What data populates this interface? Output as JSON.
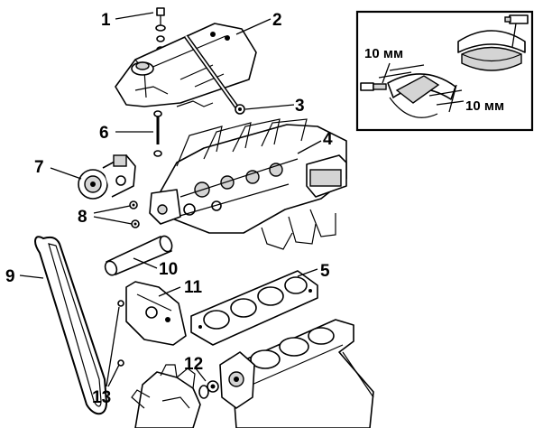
{
  "callouts": [
    {
      "id": "1",
      "text": "1"
    },
    {
      "id": "2",
      "text": "2"
    },
    {
      "id": "3",
      "text": "3"
    },
    {
      "id": "4",
      "text": "4"
    },
    {
      "id": "5",
      "text": "5"
    },
    {
      "id": "6",
      "text": "6"
    },
    {
      "id": "7",
      "text": "7"
    },
    {
      "id": "8",
      "text": "8"
    },
    {
      "id": "9",
      "text": "9"
    },
    {
      "id": "10",
      "text": "10"
    },
    {
      "id": "11",
      "text": "11"
    },
    {
      "id": "12",
      "text": "12"
    },
    {
      "id": "13",
      "text": "13"
    }
  ],
  "inset": {
    "dimension_left": "10 мм",
    "dimension_right": "10 мм"
  },
  "colors": {
    "ink": "#000000",
    "paper": "#ffffff",
    "shade": "#d4d4d4"
  }
}
